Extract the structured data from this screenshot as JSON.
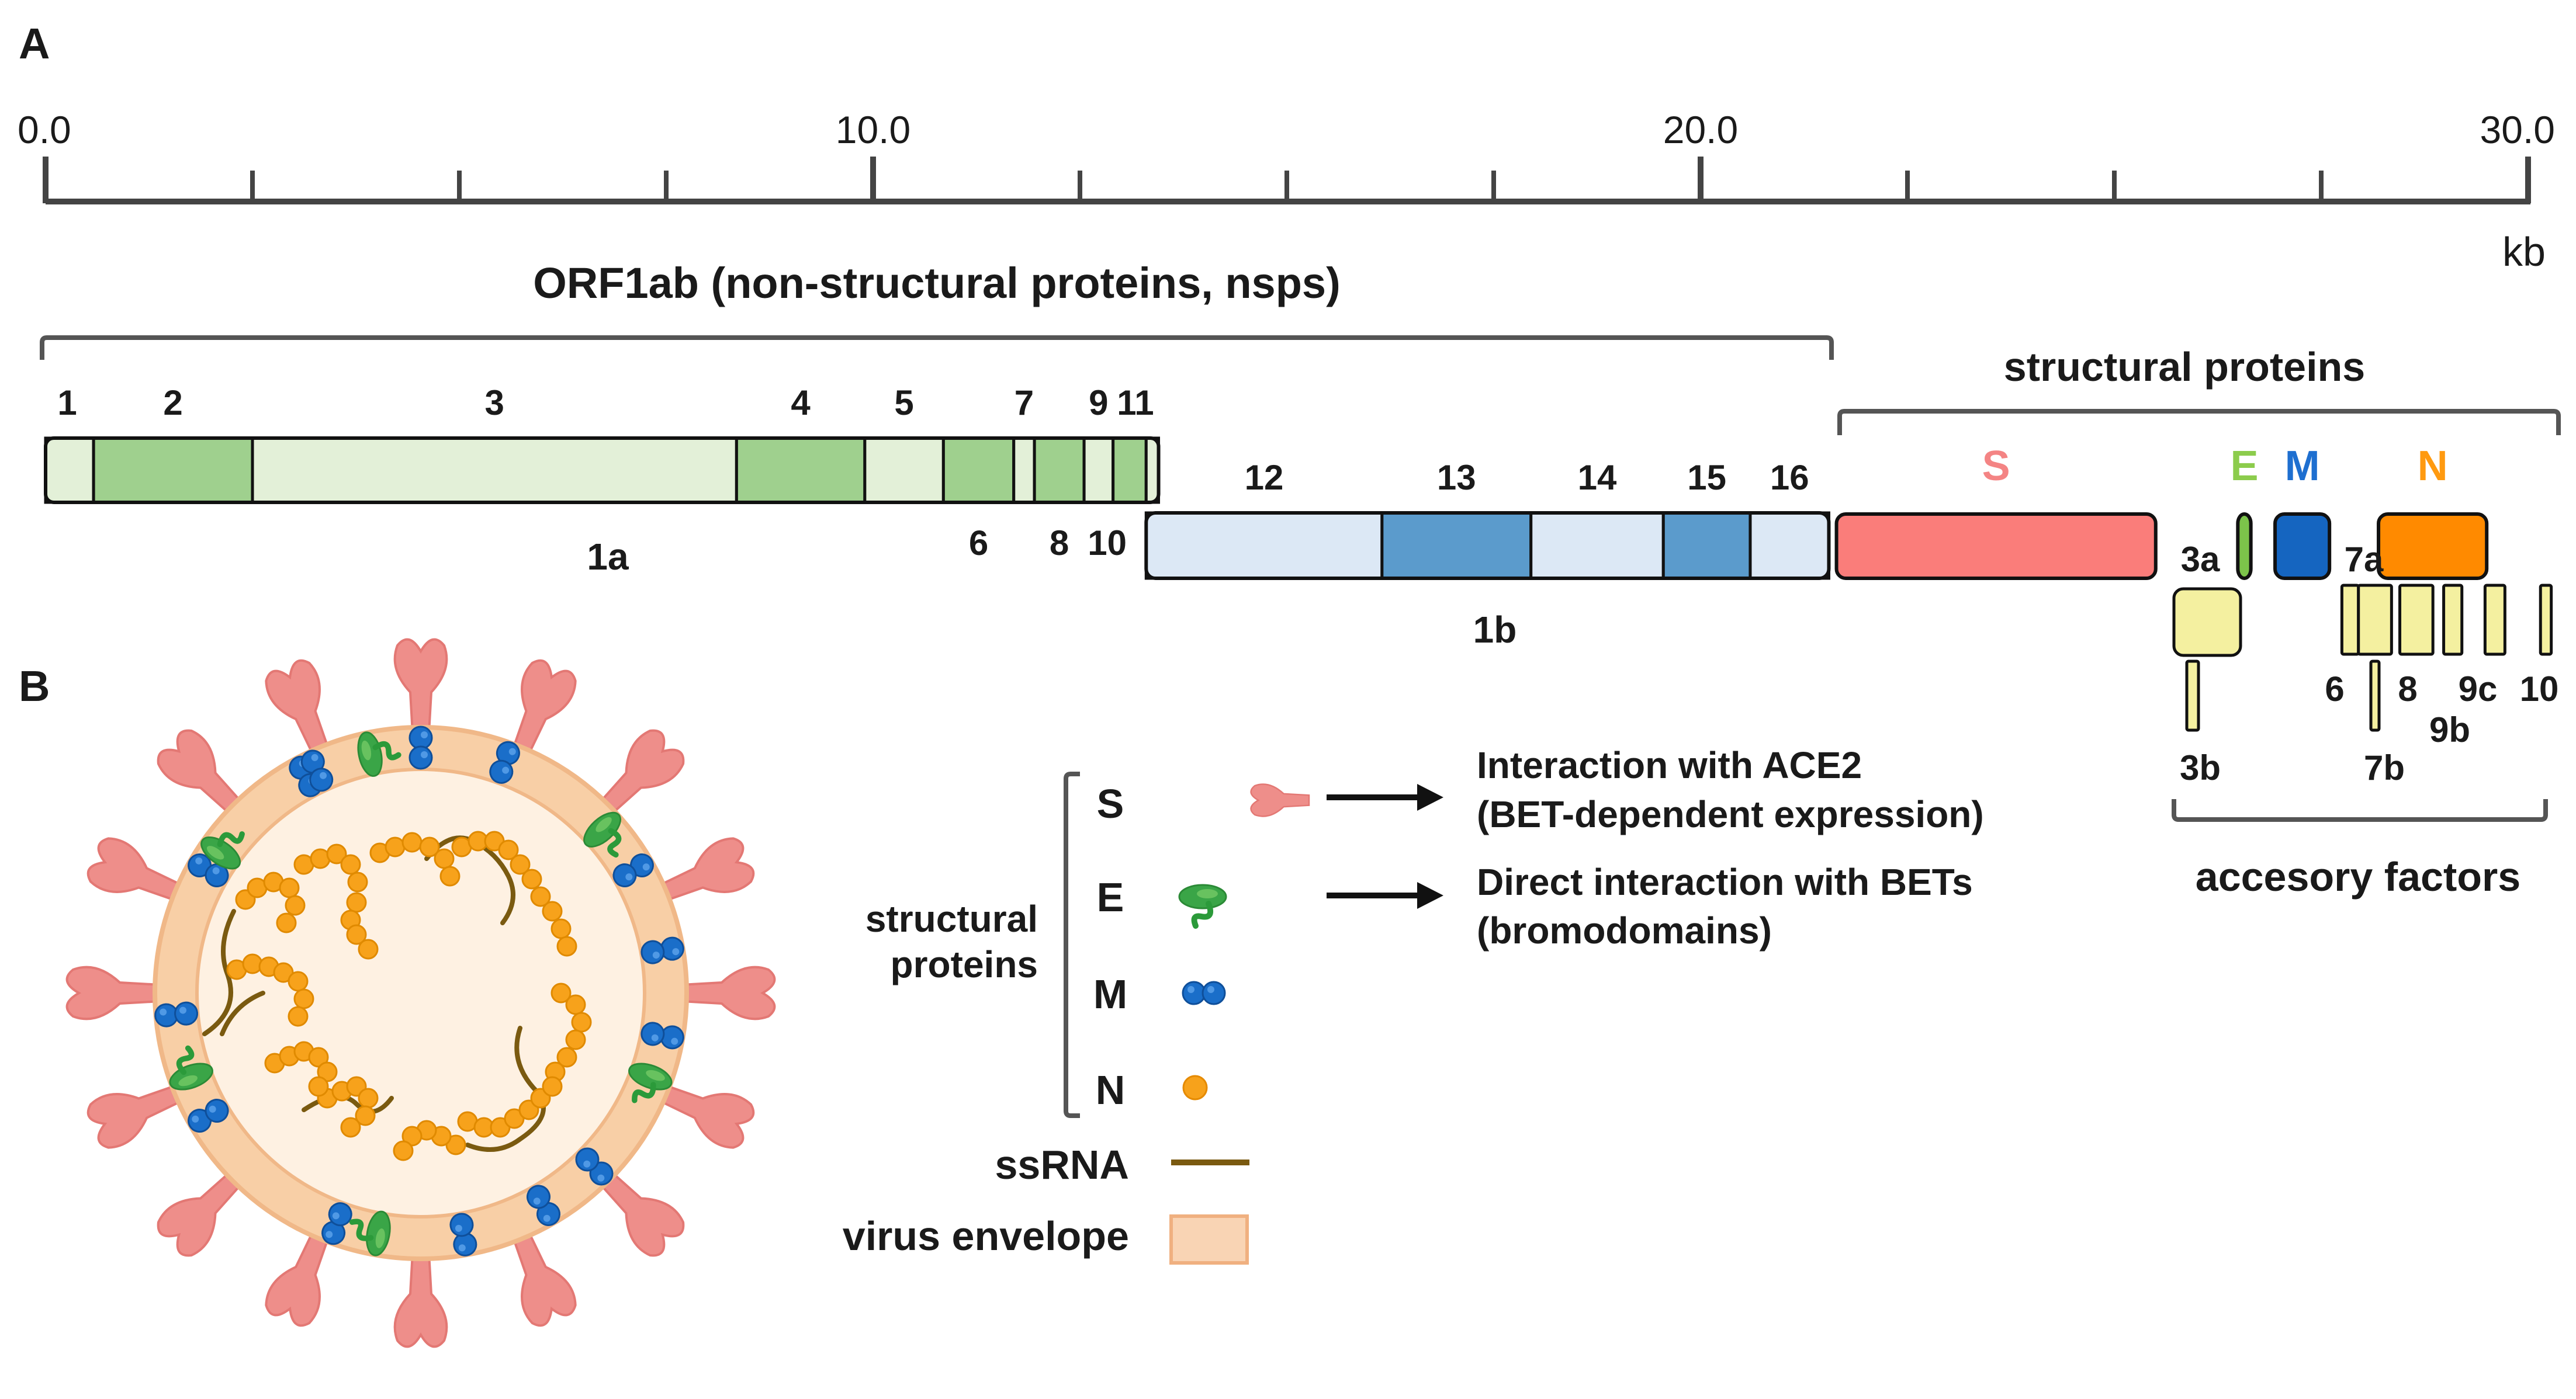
{
  "panels": {
    "a": "A",
    "b": "B"
  },
  "axis": {
    "ticks": [
      {
        "value": 0,
        "label": "0.0"
      },
      {
        "value": 10,
        "label": "10.0"
      },
      {
        "value": 20,
        "label": "20.0"
      },
      {
        "value": 30,
        "label": "30.0"
      }
    ],
    "minor_ticks": [
      2.5,
      5,
      7.5,
      12.5,
      15,
      17.5,
      22.5,
      25,
      27.5
    ],
    "range": [
      0,
      30
    ],
    "unit": "kb"
  },
  "orf1ab": {
    "title": "ORF1ab (non-structural proteins, nsps)",
    "label_1a": "1a",
    "label_1b": "1b"
  },
  "nsps_1a": [
    {
      "id": "1",
      "start": 0.0,
      "end": 0.58,
      "color": "#e3f0d8"
    },
    {
      "id": "2",
      "start": 0.58,
      "end": 2.5,
      "color": "#9fd08e"
    },
    {
      "id": "3",
      "start": 2.5,
      "end": 8.35,
      "color": "#e3f0d8"
    },
    {
      "id": "4",
      "start": 8.35,
      "end": 9.9,
      "color": "#9fd08e"
    },
    {
      "id": "5",
      "start": 9.9,
      "end": 10.85,
      "color": "#e3f0d8"
    },
    {
      "id": "6",
      "start": 10.85,
      "end": 11.7,
      "color": "#9fd08e"
    },
    {
      "id": "7",
      "start": 11.7,
      "end": 11.95,
      "color": "#e3f0d8"
    },
    {
      "id": "8",
      "start": 11.95,
      "end": 12.55,
      "color": "#9fd08e"
    },
    {
      "id": "9",
      "start": 12.55,
      "end": 12.9,
      "color": "#e3f0d8"
    },
    {
      "id": "10",
      "start": 12.9,
      "end": 13.3,
      "color": "#9fd08e"
    },
    {
      "id": "11",
      "start": 13.3,
      "end": 13.45,
      "color": "#e3f0d8"
    }
  ],
  "nsps_1b": [
    {
      "id": "12",
      "start": 13.3,
      "end": 16.15,
      "color": "#dce8f5"
    },
    {
      "id": "13",
      "start": 16.15,
      "end": 17.95,
      "color": "#5b9bcc"
    },
    {
      "id": "14",
      "start": 17.95,
      "end": 19.55,
      "color": "#dce8f5"
    },
    {
      "id": "15",
      "start": 19.55,
      "end": 20.6,
      "color": "#5b9bcc"
    },
    {
      "id": "16",
      "start": 20.6,
      "end": 21.55,
      "color": "#dce8f5"
    }
  ],
  "structural": {
    "title": "structural proteins",
    "genes": [
      {
        "id": "S",
        "start": 21.6,
        "end": 25.5,
        "color": "#fa7d7a",
        "label_color": "#f48484"
      },
      {
        "id": "E",
        "start": 26.45,
        "end": 26.65,
        "color": "#7cc44a",
        "label_color": "#8ccc4c"
      },
      {
        "id": "M",
        "start": 26.9,
        "end": 27.6,
        "color": "#1565c0",
        "label_color": "#1e6fd0"
      },
      {
        "id": "N",
        "start": 28.15,
        "end": 29.5,
        "color": "#ff8a00",
        "label_color": "#ff9a10"
      }
    ]
  },
  "accessory": {
    "title": "accesory factors",
    "color": "#f4f0a0",
    "genes": [
      {
        "id": "3a",
        "start": 25.5,
        "end": 26.35,
        "row": "upper"
      },
      {
        "id": "3b",
        "start": 25.7,
        "end": 25.86,
        "row": "lower"
      },
      {
        "id": "6",
        "start": 27.75,
        "end": 27.95,
        "row": "upper"
      },
      {
        "id": "7a",
        "start": 27.95,
        "end": 28.35,
        "row": "upper"
      },
      {
        "id": "7b",
        "start": 28.3,
        "end": 28.42,
        "row": "lower"
      },
      {
        "id": "8",
        "start": 28.45,
        "end": 28.85,
        "row": "upper"
      },
      {
        "id": "9b",
        "start": 28.98,
        "end": 29.2,
        "row": "upper"
      },
      {
        "id": "9c",
        "start": 29.48,
        "end": 29.72,
        "row": "upper"
      },
      {
        "id": "10",
        "start": 30.15,
        "end": 30.28,
        "row": "upper"
      }
    ]
  },
  "legend": {
    "group_label_line1": "structural",
    "group_label_line2": "proteins",
    "items": [
      {
        "id": "S",
        "color": "#f48484"
      },
      {
        "id": "E",
        "color": "#8ccc4c"
      },
      {
        "id": "M",
        "color": "#1e6fd0"
      },
      {
        "id": "N",
        "color": "#ff9a10"
      }
    ],
    "ssrna": {
      "label": "ssRNA",
      "color": "#7a5a10"
    },
    "envelope": {
      "label": "virus envelope",
      "color": "#f6c09a"
    },
    "notes": [
      {
        "line1": "Interaction with ACE2",
        "line2": "(BET-dependent expression)"
      },
      {
        "line1": "Direct interaction with BETs",
        "line2": "(bromodomains)"
      }
    ]
  }
}
